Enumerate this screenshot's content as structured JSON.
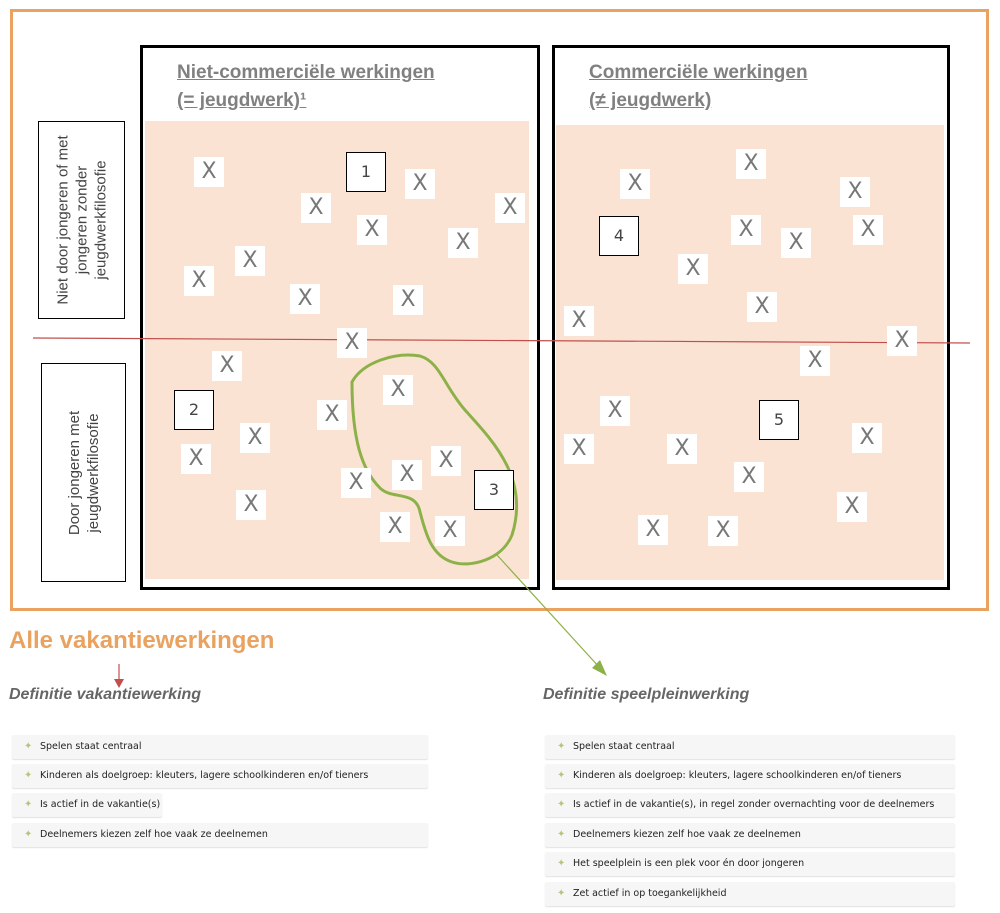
{
  "left_panel": {
    "title_line1": "Niet-commerciële werkingen",
    "title_line2": "(= jeugdwerk)¹"
  },
  "right_panel": {
    "title_line1": "Commerciële werkingen",
    "title_line2": "(≠ jeugdwerk)"
  },
  "row_labels": {
    "top": "Niet door jongeren of met jongeren zonder jeugdwerkfilosofie",
    "bottom": "Door jongeren met jeugdwerkfilosofie"
  },
  "marker": "X",
  "boxes": [
    "1",
    "2",
    "3",
    "4",
    "5"
  ],
  "main_title": "Alle vakantiewerkingen",
  "definitions": {
    "vakantiewerking": {
      "title": "Definitie vakantiewerking",
      "items": [
        "Spelen staat centraal",
        "Kinderen als doelgroep: kleuters, lagere schoolkinderen en/of tieners",
        "Is actief in de vakantie(s)",
        "Deelnemers kiezen zelf hoe vaak ze deelnemen"
      ]
    },
    "speelpleinwerking": {
      "title": "Definitie speelpleinwerking",
      "items": [
        "Spelen staat centraal",
        "Kinderen als doelgroep: kleuters, lagere schoolkinderen en/of tieners",
        "Is actief in de vakantie(s), in regel zonder overnachting voor de deelnemers",
        "Deelnemers kiezen zelf hoe vaak ze deelnemen",
        "Het speelplein is een plek voor én door jongeren",
        "Zet actief in op toegankelijkheid"
      ]
    }
  },
  "colors": {
    "frame": "#E9A25F",
    "peach": "#FBE3D4",
    "divider": "#C0504D",
    "highlight": "#8DB149",
    "bullet": "#B7C57A"
  },
  "icons": {
    "bullet": "plus-bullet-icon"
  }
}
